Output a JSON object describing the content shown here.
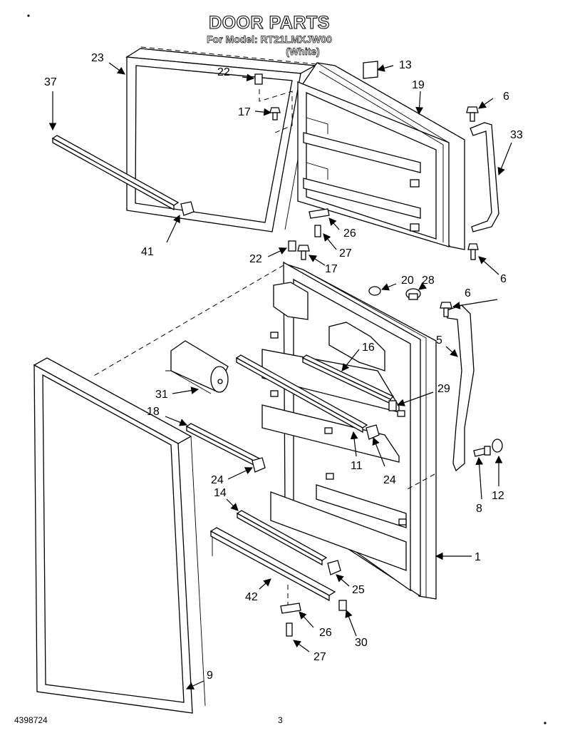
{
  "header": {
    "title": "DOOR PARTS",
    "model_line": "For Model: RT21LMXJW00",
    "color_line": "(White)"
  },
  "callouts": {
    "c23": "23",
    "c22a": "22",
    "c13": "13",
    "c37": "37",
    "c19": "19",
    "c6a": "6",
    "c17a": "17",
    "c33": "33",
    "c41": "41",
    "c26a": "26",
    "c22b": "22",
    "c27a": "27",
    "c17b": "17",
    "c6b": "6",
    "c20": "20",
    "c28": "28",
    "c6c": "6",
    "c5": "5",
    "c16": "16",
    "c31": "31",
    "c29": "29",
    "c18": "18",
    "c11": "11",
    "c24a": "24",
    "c24b": "24",
    "c14": "14",
    "c8": "8",
    "c12": "12",
    "c1": "1",
    "c42": "42",
    "c25": "25",
    "c26b": "26",
    "c30": "30",
    "c27b": "27",
    "c9": "9"
  },
  "footer": {
    "doc_number": "4398724",
    "page_number": "3"
  }
}
